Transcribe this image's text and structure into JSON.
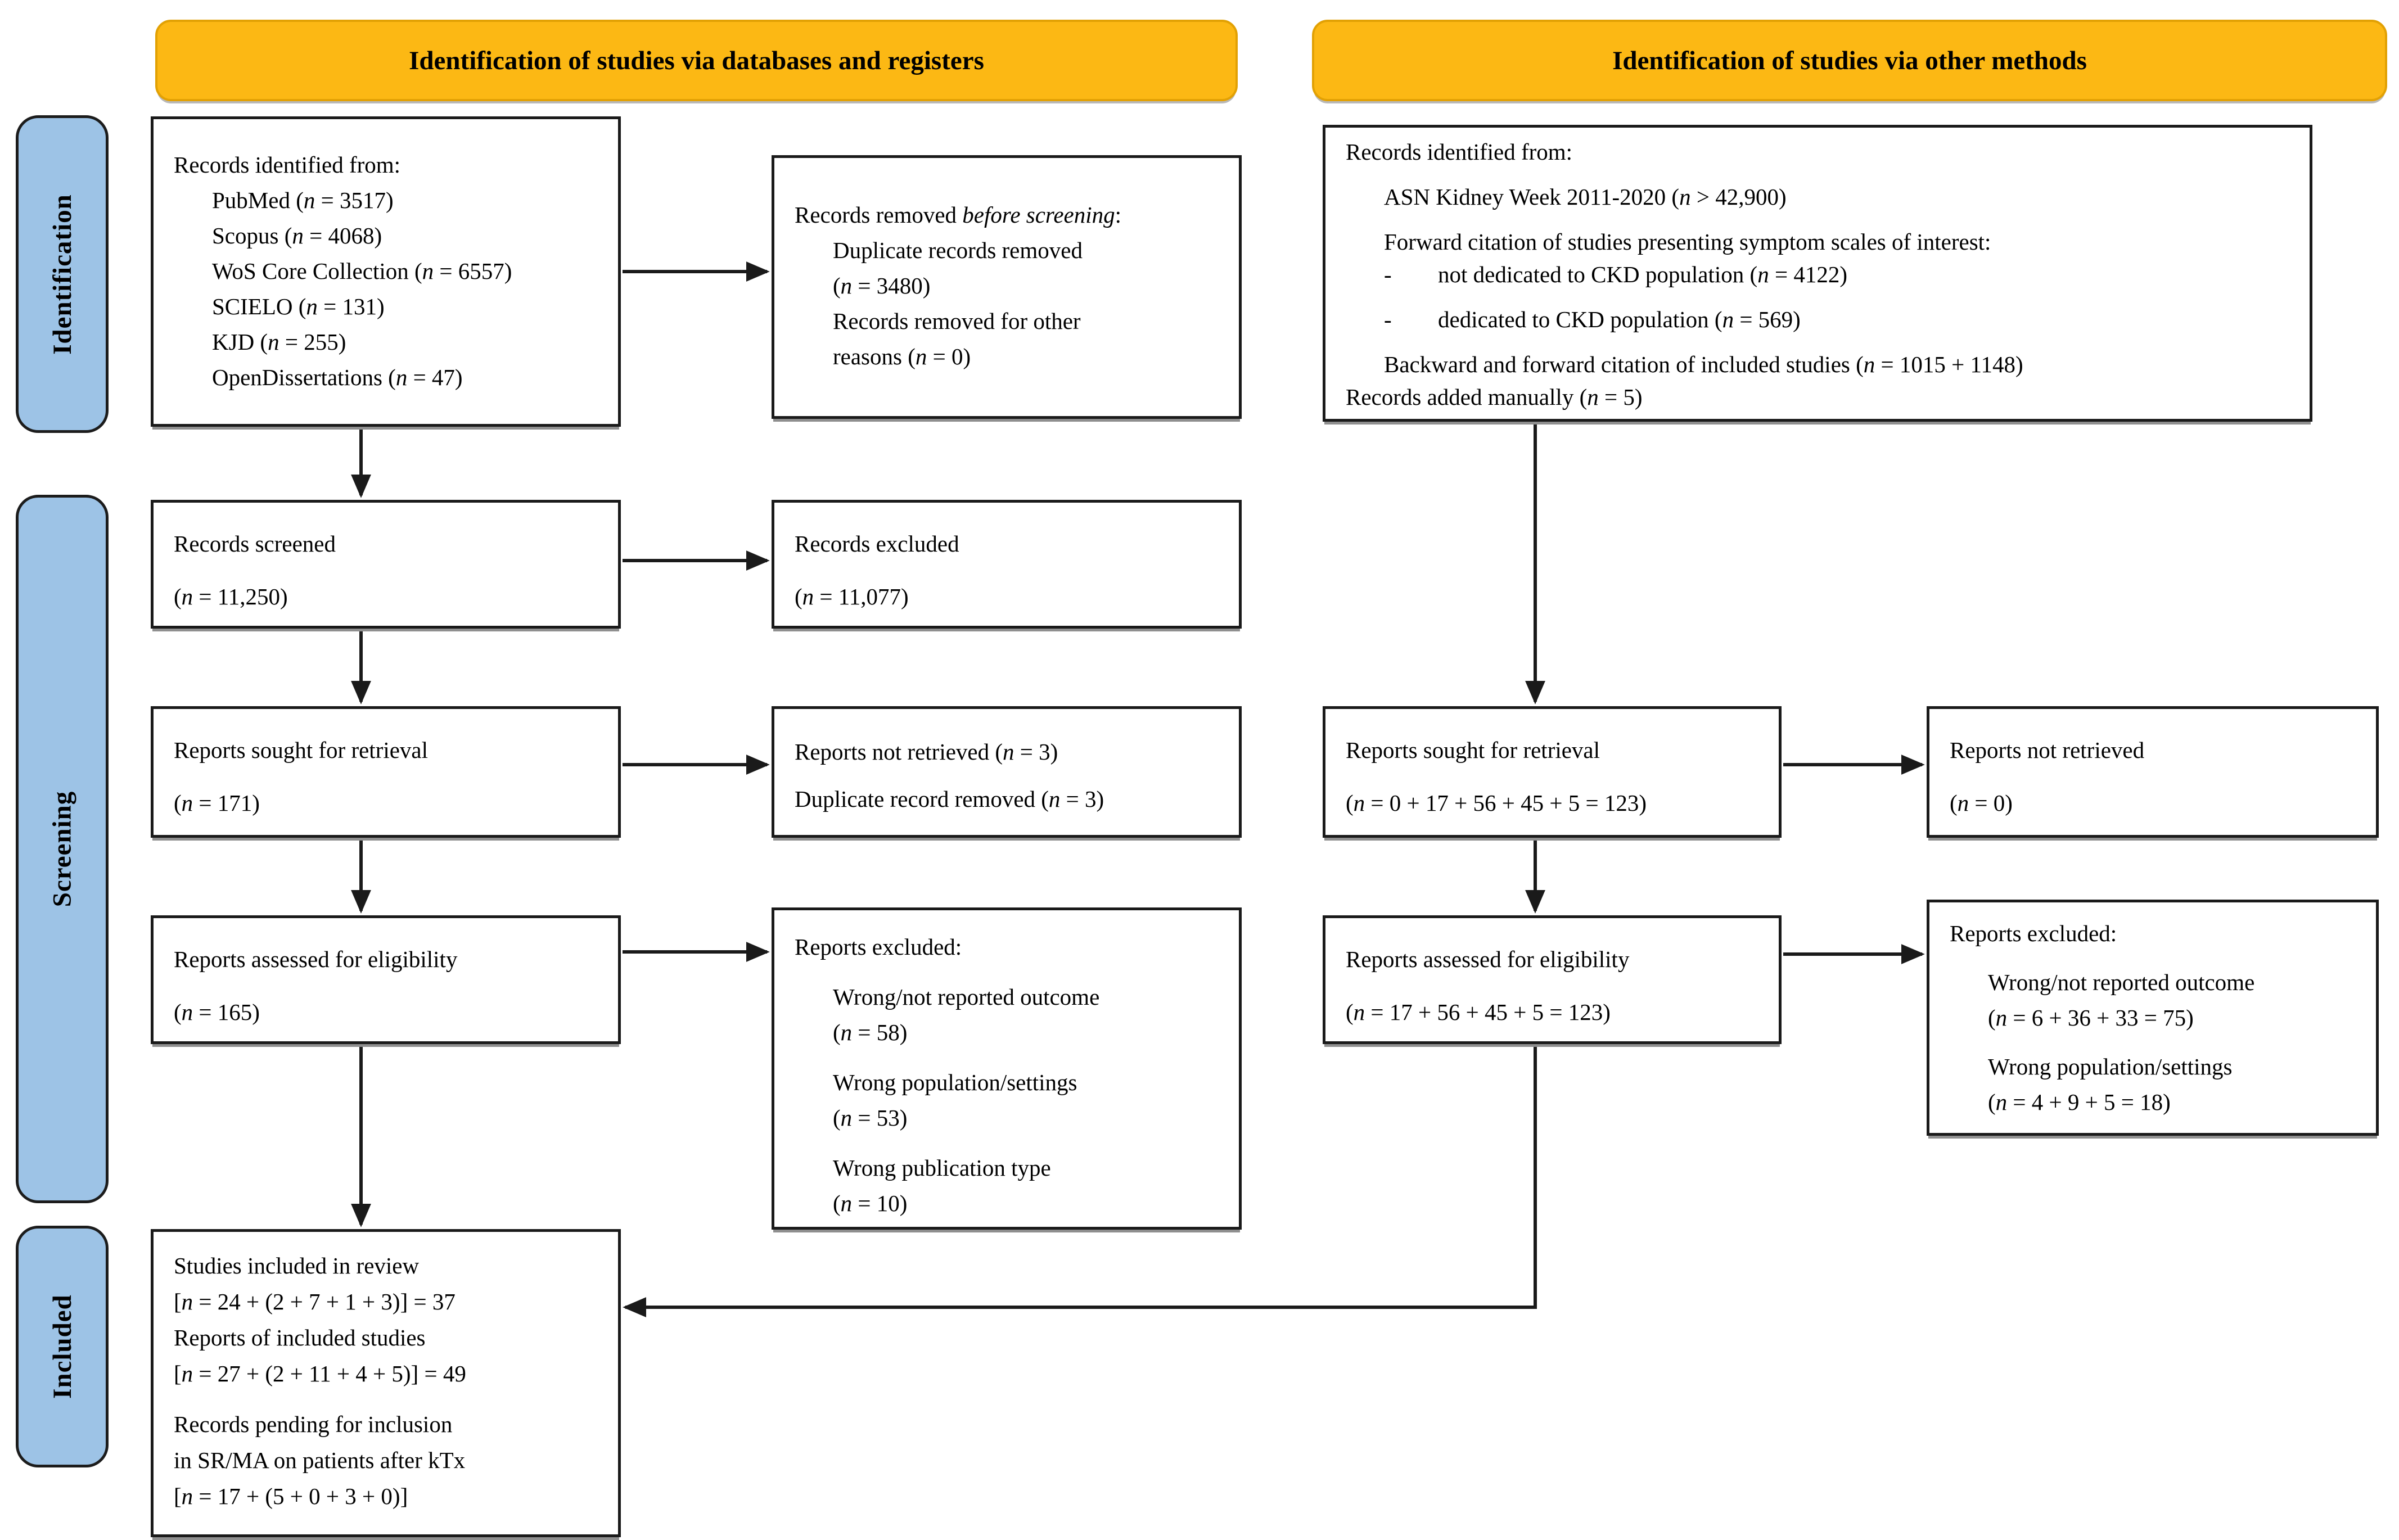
{
  "headers": {
    "left": "Identification of studies via databases and registers",
    "right": "Identification of studies via other methods"
  },
  "sidebars": {
    "identification": "Identification",
    "screening": "Screening",
    "included": "Included"
  },
  "colors": {
    "header_fill": "#FCB814",
    "header_border": "#E2A104",
    "sidebar_fill": "#9DC3E6",
    "line_color": "#1a1a1a"
  },
  "boxes": {
    "db_identified": {
      "lines": [
        {
          "t": "Records identified from:"
        },
        {
          "t": "PubMed (n = 3517)",
          "i": 1
        },
        {
          "t": "Scopus (n = 4068)",
          "i": 1
        },
        {
          "t": "WoS Core Collection (n = 6557)",
          "i": 1
        },
        {
          "t": "SCIELO (n = 131)",
          "i": 1
        },
        {
          "t": "KJD (n = 255)",
          "i": 1
        },
        {
          "t": "OpenDissertations (n = 47)",
          "i": 1
        }
      ]
    },
    "removed_before_screening": {
      "lines": [
        {
          "t": "Records removed before screening:"
        },
        {
          "t": "Duplicate records removed",
          "i": 1
        },
        {
          "t": "(n = 3480)",
          "i": 1
        },
        {
          "t": "Records removed for other",
          "i": 1
        },
        {
          "t": "reasons (n = 0)",
          "i": 1
        }
      ]
    },
    "records_screened": {
      "lines": [
        {
          "t": "Records screened"
        },
        {
          "t": "(n = 11,250)"
        }
      ]
    },
    "records_excluded": {
      "lines": [
        {
          "t": "Records excluded"
        },
        {
          "t": "(n = 11,077)"
        }
      ]
    },
    "reports_sought": {
      "lines": [
        {
          "t": "Reports sought for retrieval"
        },
        {
          "t": "(n = 171)"
        }
      ]
    },
    "reports_not_retrieved": {
      "lines": [
        {
          "t": "Reports not retrieved (n = 3)"
        },
        {
          "t": "Duplicate record removed (n = 3)"
        }
      ]
    },
    "reports_assessed": {
      "lines": [
        {
          "t": "Reports assessed for eligibility"
        },
        {
          "t": "(n = 165)"
        }
      ]
    },
    "reports_excluded": {
      "lines": [
        {
          "t": "Reports excluded:"
        },
        {
          "t": "Wrong/not reported outcome",
          "i": 1,
          "gap": true
        },
        {
          "t": "(n = 58)",
          "i": 1
        },
        {
          "t": "Wrong population/settings",
          "i": 1,
          "gap": true
        },
        {
          "t": "(n = 53)",
          "i": 1
        },
        {
          "t": "Wrong publication type",
          "i": 1,
          "gap": true
        },
        {
          "t": "(n = 10)",
          "i": 1
        }
      ]
    },
    "included": {
      "lines": [
        {
          "t": "Studies included in review"
        },
        {
          "t": "[n = 24 + (2 + 7 + 1 + 3)] = 37"
        },
        {
          "t": "Reports of included studies"
        },
        {
          "t": "[n = 27 + (2 + 11 + 4 + 5)] = 49"
        },
        {
          "t": "Records pending for inclusion",
          "gap": true
        },
        {
          "t": "in SR/MA on patients after kTx"
        },
        {
          "t": "[n = 17 + (5 + 0 + 3 + 0)]"
        }
      ]
    },
    "other_identified": {
      "lines": [
        {
          "t": "Records identified from:"
        },
        {
          "t": "ASN Kidney Week 2011-2020 (n > 42,900)",
          "i": 1,
          "gap": true
        },
        {
          "t": "Forward citation of studies presenting symptom scales of interest:",
          "i": 1,
          "gap": true
        },
        {
          "t": "not dedicated to CKD population (n = 4122)",
          "i": 1,
          "b": "-"
        },
        {
          "t": "dedicated to CKD population (n = 569)",
          "i": 1,
          "b": "-",
          "gap": true
        },
        {
          "t": "Backward and forward citation of included studies (n = 1015 + 1148)",
          "i": 1,
          "gap": true
        },
        {
          "t": "Records added manually (n = 5)"
        }
      ]
    },
    "other_sought": {
      "lines": [
        {
          "t": "Reports sought for retrieval"
        },
        {
          "t": "(n = 0 + 17 + 56 + 45 + 5 = 123)"
        }
      ]
    },
    "other_not_retrieved": {
      "lines": [
        {
          "t": "Reports not retrieved"
        },
        {
          "t": "(n = 0)"
        }
      ]
    },
    "other_assessed": {
      "lines": [
        {
          "t": "Reports assessed for eligibility"
        },
        {
          "t": "(n = 17 + 56 + 45 + 5 = 123)"
        }
      ]
    },
    "other_excluded": {
      "lines": [
        {
          "t": "Reports excluded:"
        },
        {
          "t": "Wrong/not reported outcome",
          "i": 1,
          "gap": true
        },
        {
          "t": "(n = 6 + 36 + 33 = 75)",
          "i": 1
        },
        {
          "t": "Wrong population/settings",
          "i": 1,
          "gap": true
        },
        {
          "t": "(n = 4 + 9 + 5 = 18)",
          "i": 1
        }
      ]
    }
  }
}
